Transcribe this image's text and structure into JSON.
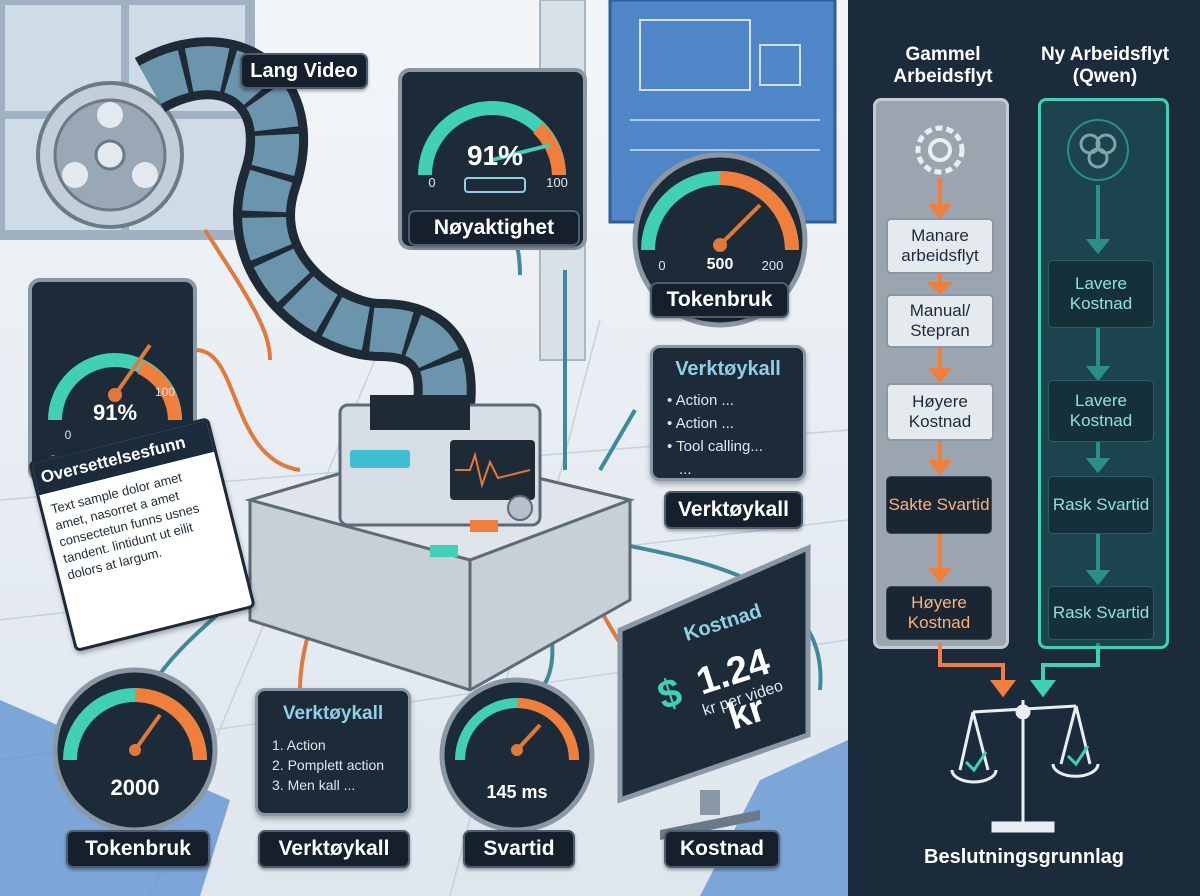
{
  "left": {
    "video_label": "Lang Video",
    "accuracy": {
      "value": "91%",
      "min": "0",
      "max": "100",
      "label": "Nøyaktighet"
    },
    "tokens_top": {
      "value": "500",
      "min": "0",
      "max": "200",
      "label": "Tokenbruk"
    },
    "side_gauge": {
      "value": "91%",
      "min": "0",
      "max": "100"
    },
    "tools_panel": {
      "title": "Verktøykall",
      "items": [
        "• Action ...",
        "• Action ...",
        "• Tool calling...",
        "..."
      ],
      "label": "Verktøykall"
    },
    "translation": {
      "title": "Oversettelsesfunn",
      "body": "Text sample dolor amet amet, nasorret a amet consectetun funns usnes tandent. lintidunt ut eilit dolors at largum."
    },
    "cost_monitor": {
      "title": "Kostnad",
      "currency": "$",
      "value": "1.24 kr",
      "sub": "kr per video",
      "label": "Kostnad"
    },
    "tokens_bottom": {
      "value": "2000",
      "label": "Tokenbruk"
    },
    "tools_bottom": {
      "title": "Verktøykall",
      "items": [
        "1. Action",
        "2. Pomplett action",
        "3. Men kall ..."
      ],
      "label": "Verktøykall"
    },
    "latency": {
      "value": "145 ms",
      "label": "Svartid"
    }
  },
  "right": {
    "old": {
      "title": "Gammel Arbeidsflyt",
      "icon": "gear-icon",
      "steps": [
        "Manare arbeidsflyt",
        "Manual/ Stepran",
        "Høyere Kostnad",
        "Sakte Svartid",
        "Høyere Kostnad"
      ]
    },
    "new": {
      "title": "Ny Arbeidsflyt (Qwen)",
      "icon": "qwen-logo-icon",
      "steps": [
        "Lavere Kostnad",
        "Lavere Kostnad",
        "Rask Svartid",
        "Rask Svartid"
      ]
    },
    "decision": "Beslutningsgrunnlag"
  },
  "colors": {
    "orange": "#f07f3c",
    "teal": "#3fd0b6",
    "navy": "#1c2b3b",
    "accent_blue": "#8fd0e6"
  }
}
